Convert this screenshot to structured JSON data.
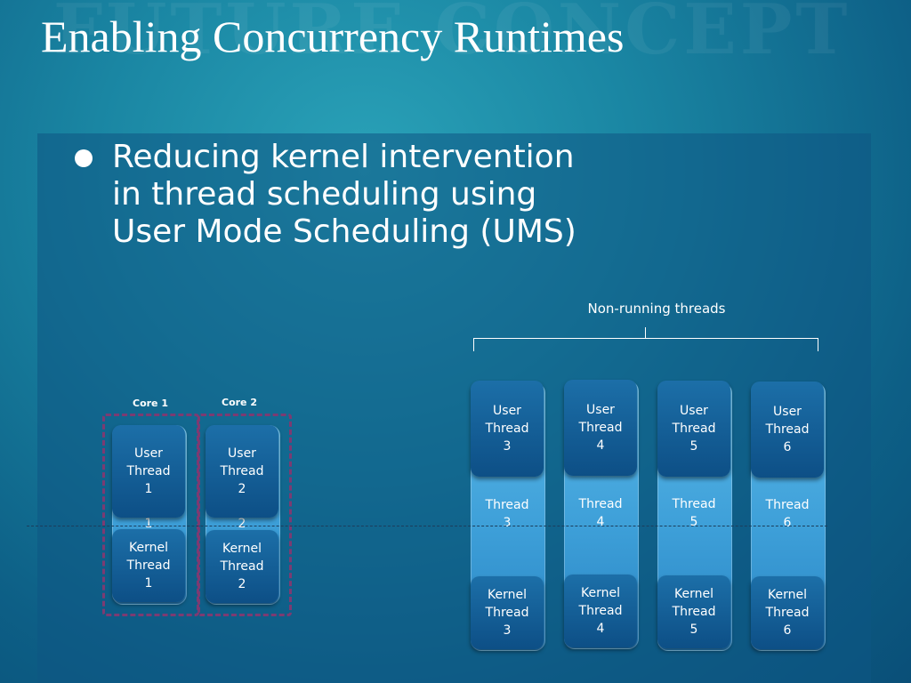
{
  "watermark": "FUTURE CONCEPT",
  "slide": {
    "title": "Enabling Concurrency Runtimes",
    "bullet": "Reducing kernel intervention\nin thread scheduling using\nUser Mode Scheduling (UMS)"
  },
  "diagram": {
    "cores": [
      {
        "label": "Core 1",
        "user": "User\nThread\n1",
        "mid": "1",
        "kernel": "Kernel\nThread\n1"
      },
      {
        "label": "Core 2",
        "user": "User\nThread\n2",
        "mid": "2",
        "kernel": "Kernel\nThread\n2"
      }
    ],
    "non_running_label": "Non-running threads",
    "threads": [
      {
        "user": "User\nThread\n3",
        "mid": "Thread\n3",
        "kernel": "Kernel\nThread\n3"
      },
      {
        "user": "User\nThread\n4",
        "mid": "Thread\n4",
        "kernel": "Kernel\nThread\n4"
      },
      {
        "user": "User\nThread\n5",
        "mid": "Thread\n5",
        "kernel": "Kernel\nThread\n5"
      },
      {
        "user": "User\nThread\n6",
        "mid": "Thread\n6",
        "kernel": "Kernel\nThread\n6"
      }
    ]
  }
}
